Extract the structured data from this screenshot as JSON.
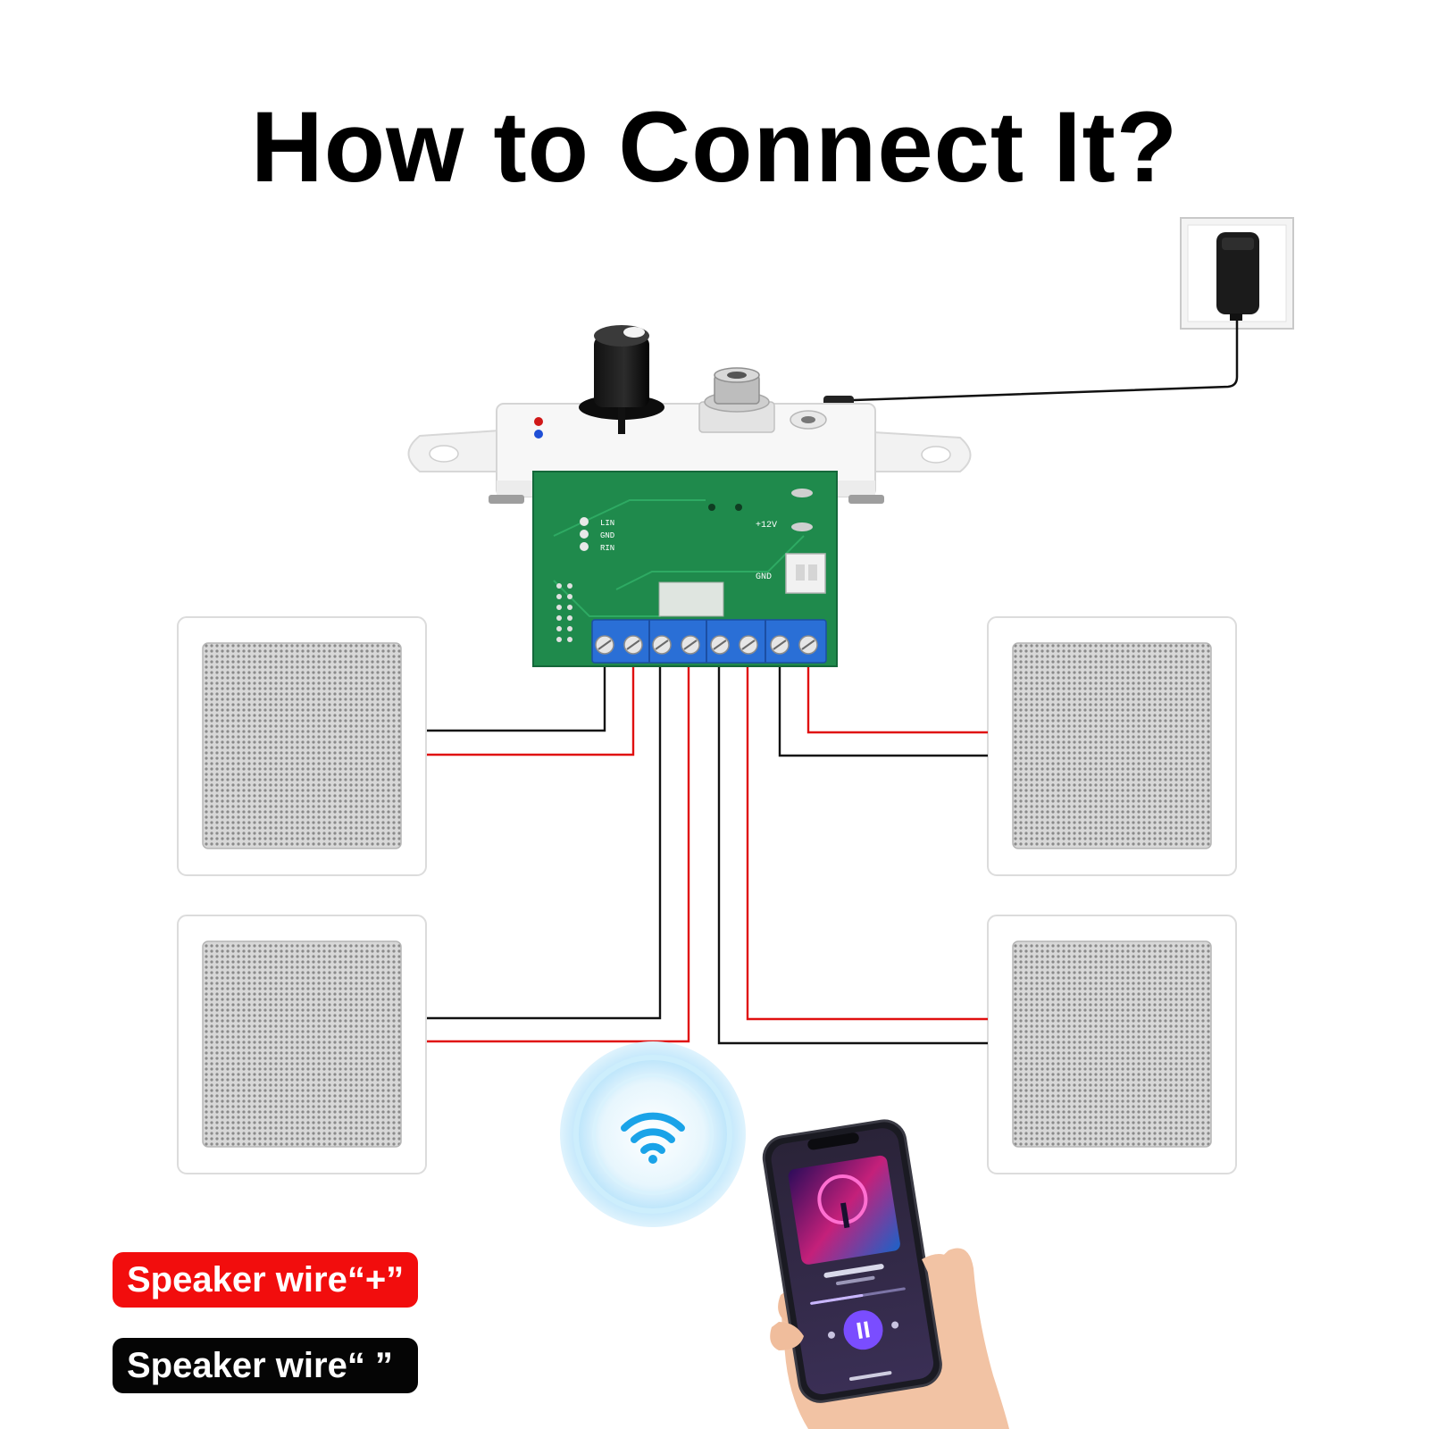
{
  "title": "How to Connect It?",
  "legend": {
    "positive_label": "Speaker wire“+”",
    "negative_label": "Speaker wire“  ”"
  },
  "board_labels": {
    "lin": "LIN",
    "gnd_in": "GND",
    "rin": "RIN",
    "power": "+12V",
    "gnd": "GND"
  },
  "colors": {
    "wire_positive": "#e01010",
    "wire_negative": "#111111",
    "pcb": "#1f8a4c",
    "terminal": "#2a6fd6",
    "wifi": "#1aa3e8"
  },
  "icons": [
    "power-adapter-icon",
    "wifi-icon",
    "smartphone-icon",
    "hand-icon",
    "volume-knob-icon"
  ]
}
